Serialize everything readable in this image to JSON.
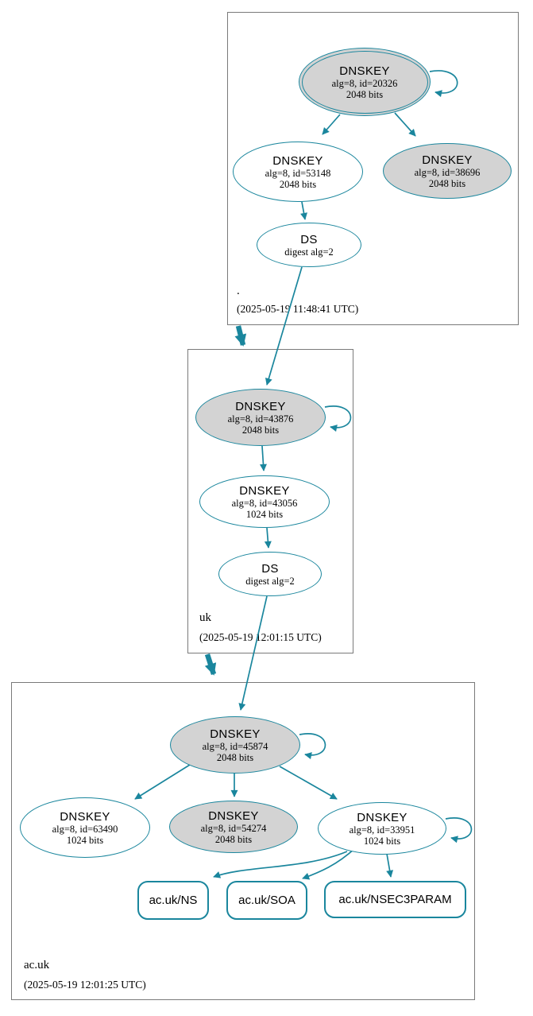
{
  "colors": {
    "accent": "#1a869d",
    "ksk_fill": "#d3d3d3",
    "box_border": "#7a7a7a",
    "text": "#000000"
  },
  "zones": [
    {
      "label": ".",
      "timestamp": "(2025-05-19 11:48:41 UTC)",
      "nodes": {
        "ksk": {
          "title": "DNSKEY",
          "attr1": "alg=8, id=20326",
          "attr2": "2048 bits"
        },
        "zsk": {
          "title": "DNSKEY",
          "attr1": "alg=8, id=53148",
          "attr2": "2048 bits"
        },
        "key2": {
          "title": "DNSKEY",
          "attr1": "alg=8, id=38696",
          "attr2": "2048 bits"
        },
        "ds": {
          "title": "DS",
          "attr1": "digest alg=2"
        }
      }
    },
    {
      "label": "uk",
      "timestamp": "(2025-05-19 12:01:15 UTC)",
      "nodes": {
        "ksk": {
          "title": "DNSKEY",
          "attr1": "alg=8, id=43876",
          "attr2": "2048 bits"
        },
        "zsk": {
          "title": "DNSKEY",
          "attr1": "alg=8, id=43056",
          "attr2": "1024 bits"
        },
        "ds": {
          "title": "DS",
          "attr1": "digest alg=2"
        }
      }
    },
    {
      "label": "ac.uk",
      "timestamp": "(2025-05-19 12:01:25 UTC)",
      "nodes": {
        "ksk": {
          "title": "DNSKEY",
          "attr1": "alg=8, id=45874",
          "attr2": "2048 bits"
        },
        "zsk": {
          "title": "DNSKEY",
          "attr1": "alg=8, id=63490",
          "attr2": "1024 bits"
        },
        "key2": {
          "title": "DNSKEY",
          "attr1": "alg=8, id=54274",
          "attr2": "2048 bits"
        },
        "key3": {
          "title": "DNSKEY",
          "attr1": "alg=8, id=33951",
          "attr2": "1024 bits"
        }
      },
      "rrsets": [
        {
          "label": "ac.uk/NS"
        },
        {
          "label": "ac.uk/SOA"
        },
        {
          "label": "ac.uk/NSEC3PARAM"
        }
      ]
    }
  ]
}
